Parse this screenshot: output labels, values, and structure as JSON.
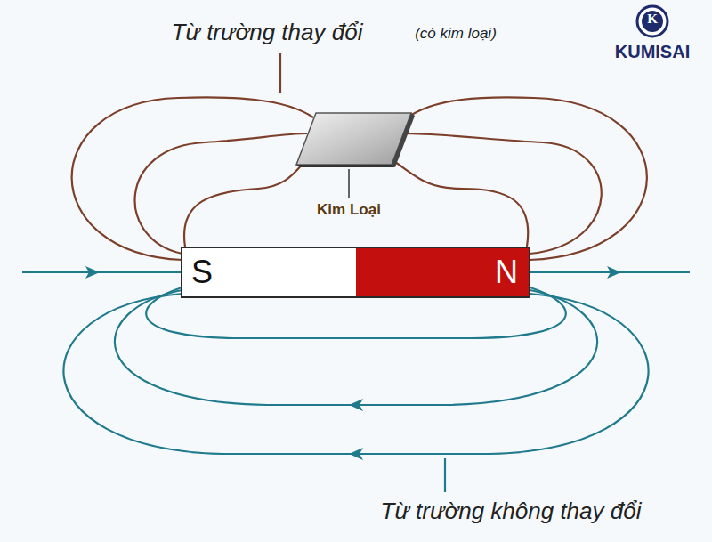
{
  "diagram": {
    "nodes": [
      {
        "text": [
          "S"
        ]
      },
      {
        "text": [
          "N"
        ]
      }
    ],
    "labels": [
      "Từ trường thay đổi",
      "(có kim loại)",
      "Kim Loại",
      "Từ trường không thay đổi",
      "K",
      "KUMISAI"
    ]
  }
}
